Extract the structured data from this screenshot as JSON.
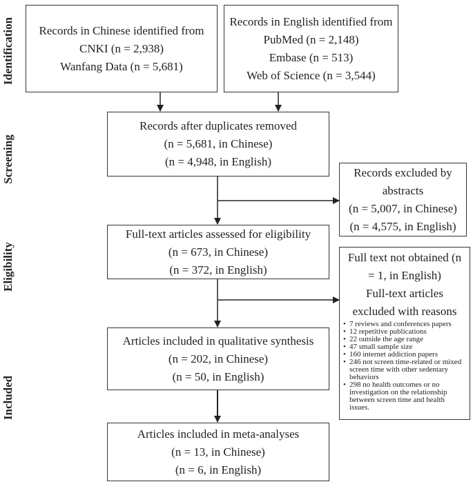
{
  "stages": {
    "identification": "Identification",
    "screening": "Screening",
    "eligibility": "Eligibility",
    "included": "Included"
  },
  "boxes": {
    "chinese_records": {
      "title": "Records in Chinese identified from",
      "lines": [
        "CNKI (n = 2,938)",
        "Wanfang Data (n = 5,681)"
      ]
    },
    "english_records": {
      "title": "Records in English identified from",
      "lines": [
        "PubMed (n = 2,148)",
        "Embase (n = 513)",
        "Web of Science (n = 3,544)"
      ]
    },
    "duplicates_removed": {
      "title": "Records after duplicates removed",
      "lines": [
        "(n = 5,681, in Chinese)",
        "(n = 4,948, in English)"
      ]
    },
    "excluded_abstracts": {
      "title_line1": "Records excluded by",
      "title_line2": "abstracts",
      "lines": [
        "(n = 5,007, in Chinese)",
        "(n = 4,575, in English)"
      ]
    },
    "full_text_assessed": {
      "title": "Full-text articles assessed for eligibility",
      "lines": [
        "(n = 673, in Chinese)",
        "(n = 372, in English)"
      ]
    },
    "full_text_excluded": {
      "not_obtained_line1": "Full text not obtained (n",
      "not_obtained_line2": "= 1, in English)",
      "excluded_line1": "Full-text articles",
      "excluded_line2": "excluded with reasons",
      "reasons": [
        "7 reviews and conferences papers",
        "12 repetitive publications",
        "22 outside the age range",
        "47 small sample size",
        "160 internet addiction papers",
        "246 not screen time-related or mixed screen time with other sedentary behaviors",
        "298 no health outcomes or no investigation on the relationship between screen time and health issues."
      ]
    },
    "qualitative_synthesis": {
      "title": "Articles included in qualitative synthesis",
      "lines": [
        "(n = 202, in Chinese)",
        "(n = 50, in English)"
      ]
    },
    "meta_analyses": {
      "title": "Articles included in meta-analyses",
      "lines": [
        "(n = 13, in Chinese)",
        "(n = 6, in English)"
      ]
    }
  }
}
